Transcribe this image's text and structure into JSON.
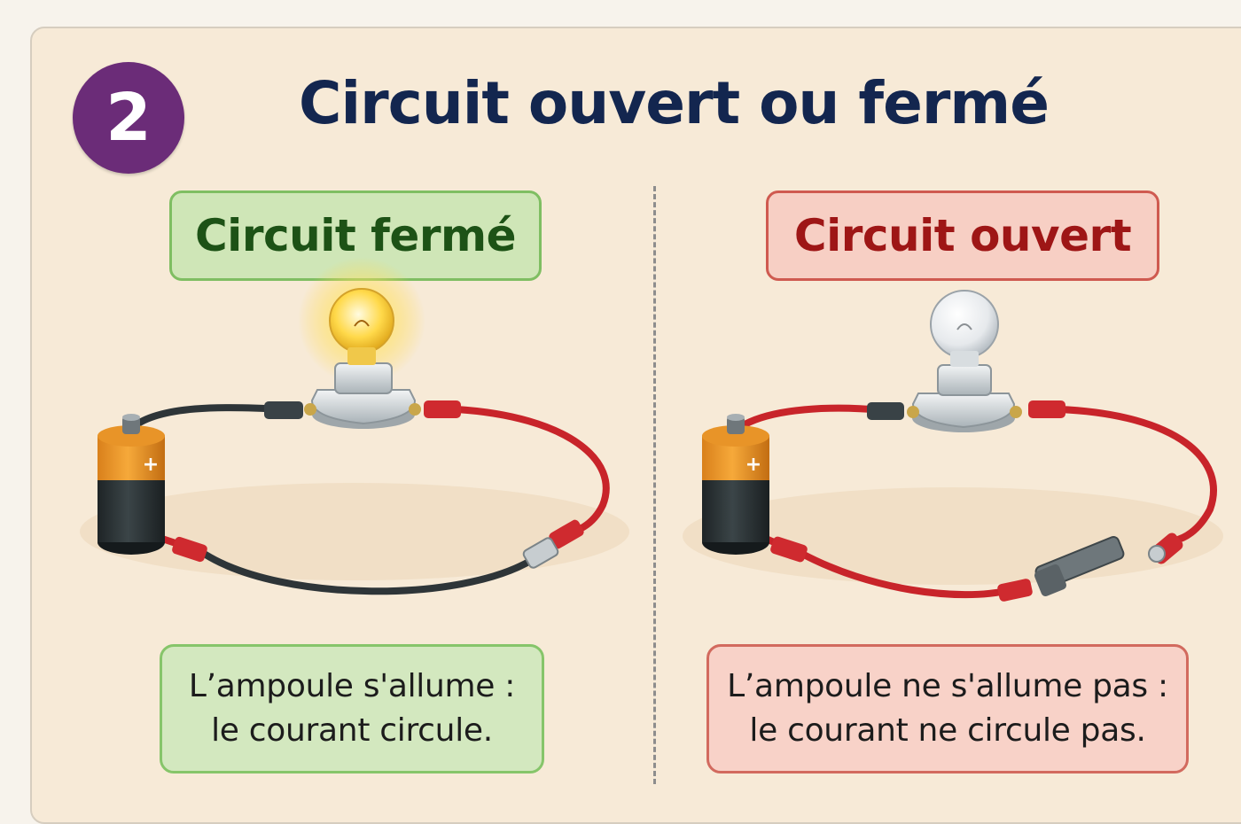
{
  "step_number": "2",
  "title": "Circuit ouvert ou fermé",
  "closed": {
    "label": "Circuit fermé",
    "caption_line1": "L’ampoule s'allume :",
    "caption_line2": "le courant circule."
  },
  "open": {
    "label": "Circuit ouvert",
    "caption_line1": "L’ampoule ne s'allume pas :",
    "caption_line2": "le courant ne circule pas."
  },
  "icons": {
    "battery_symbol": "+",
    "bulb_closed_state": "lit",
    "bulb_open_state": "unlit"
  },
  "colors": {
    "badge": "#6b2c78",
    "title": "#13264f",
    "closed_accent": "#7fbe62",
    "open_accent": "#cf5a50",
    "wire_red": "#c8242a",
    "wire_black": "#2e3538"
  }
}
